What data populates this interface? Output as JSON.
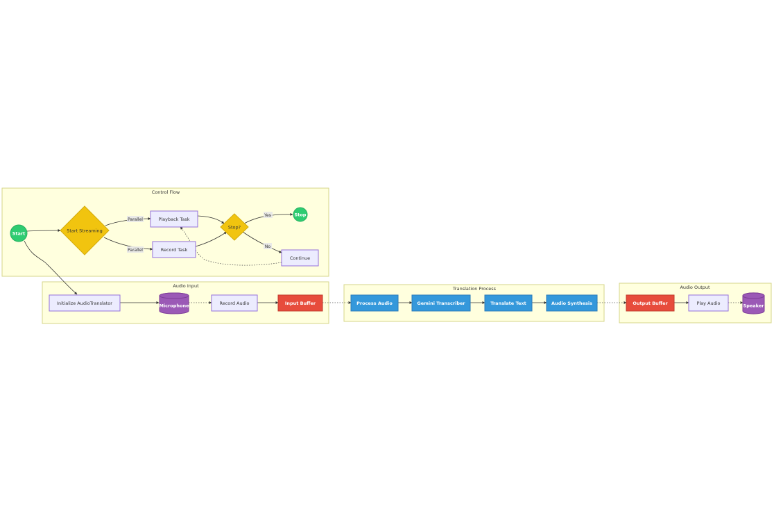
{
  "clusters": {
    "control_flow": "Control Flow",
    "audio_input": "Audio Input",
    "translation_process": "Translation Process",
    "audio_output": "Audio Output"
  },
  "nodes": {
    "start": "Start",
    "start_streaming": "Start Streaming",
    "playback_task": "Playback Task",
    "record_task": "Record Task",
    "stop_decision": "Stop?",
    "stop": "Stop",
    "continue": "Continue",
    "initialize": "Initialize AudioTranslator",
    "microphone": "Microphone",
    "record_audio": "Record Audio",
    "input_buffer": "Input Buffer",
    "process_audio": "Process Audio",
    "gemini_transcriber": "Gemini Transcriber",
    "translate_text": "Translate Text",
    "audio_synthesis": "Audio Synthesis",
    "output_buffer": "Output Buffer",
    "play_audio": "Play Audio",
    "speaker": "Speaker"
  },
  "edge_labels": {
    "parallel_1": "Parallel",
    "parallel_2": "Parallel",
    "yes": "Yes",
    "no": "No"
  },
  "colors": {
    "cluster_fill": "#ffffde",
    "default_node": "#ececfe",
    "process_node": "#3498db",
    "buffer_node": "#e74c3c",
    "terminal_node": "#2ecc71",
    "decision_node": "#f1c40f",
    "device_node": "#9b59b6"
  }
}
